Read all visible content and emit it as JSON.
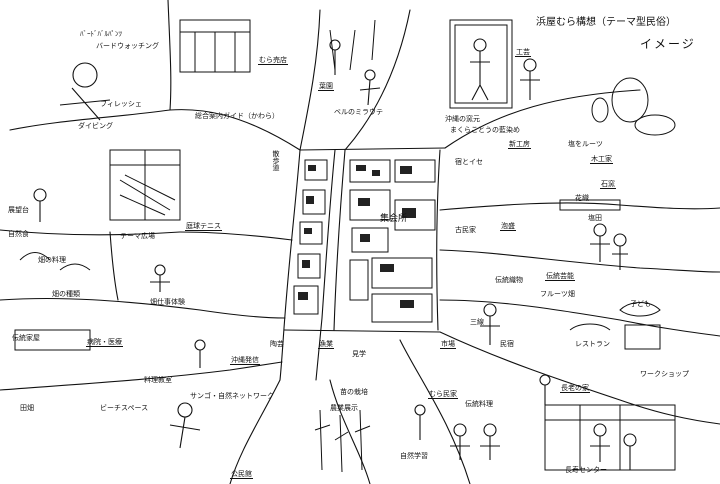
{
  "header": {
    "title": "浜屋むら構想（テーマ型民俗）",
    "image_label": "イメージ"
  },
  "labels": {
    "top_left_date": "ﾊﾞｰﾄﾞﾊﾞﾙﾊﾟﾝﾂ",
    "bird_watching": "バードウォッチング",
    "seaside": "フィレッシェ",
    "diving": "ダイビング",
    "mura_shop": "むら売店",
    "guide": "総合案内ガイド（かわら）",
    "plants": "葉園",
    "bulb_farm": "ベルのミラウテ",
    "crafts_hall": "工芸",
    "okinawa_craft": "沖縄の窯元",
    "okinawa_textile": "まくらことうの藍染め",
    "shinkan": "新工房",
    "inn": "宿とイセ",
    "wood": "木工家",
    "salt": "塩をルーツ",
    "kiln": "石窯",
    "brewery": "泡盛",
    "hall": "集会所",
    "old_house": "古民家",
    "hermit": "花織",
    "weaving": "伝統織物",
    "festival": "伝統芸能",
    "garden": "フルーツ畑",
    "tennis": "庭球テニス",
    "theme_field": "テーマ広場",
    "natural_food": "自然食",
    "farm_kitchen": "畑の料理",
    "tradition_house": "伝統家屋",
    "farm_experience": "畑仕事体験",
    "hospital": "病院・医療",
    "cooking": "料理教室",
    "okinawa_info": "沖縄発信",
    "pottery_class": "陶芸",
    "agriculture": "畑の種類",
    "fields": "田畑",
    "observatory": "展望台",
    "sea_space": "ビーチスペース",
    "fishery": "漁業",
    "market": "市場",
    "sanshin": "三線",
    "lodging": "民宿",
    "community": "農業展示",
    "nature_network": "サンゴ・自然ネットワーク",
    "nursery": "苗の栽培",
    "mura_house": "むら民家",
    "traditional_meal": "伝統料理",
    "elder_house": "長老の家",
    "village_hall": "公民館",
    "nature_school": "自然学習",
    "elder_center": "長寿センター",
    "kids": "子ども",
    "workshop": "ワークショップ",
    "restaurant": "レストラン",
    "path": "散歩道",
    "field_tour": "見学",
    "salt_farm": "塩田"
  }
}
